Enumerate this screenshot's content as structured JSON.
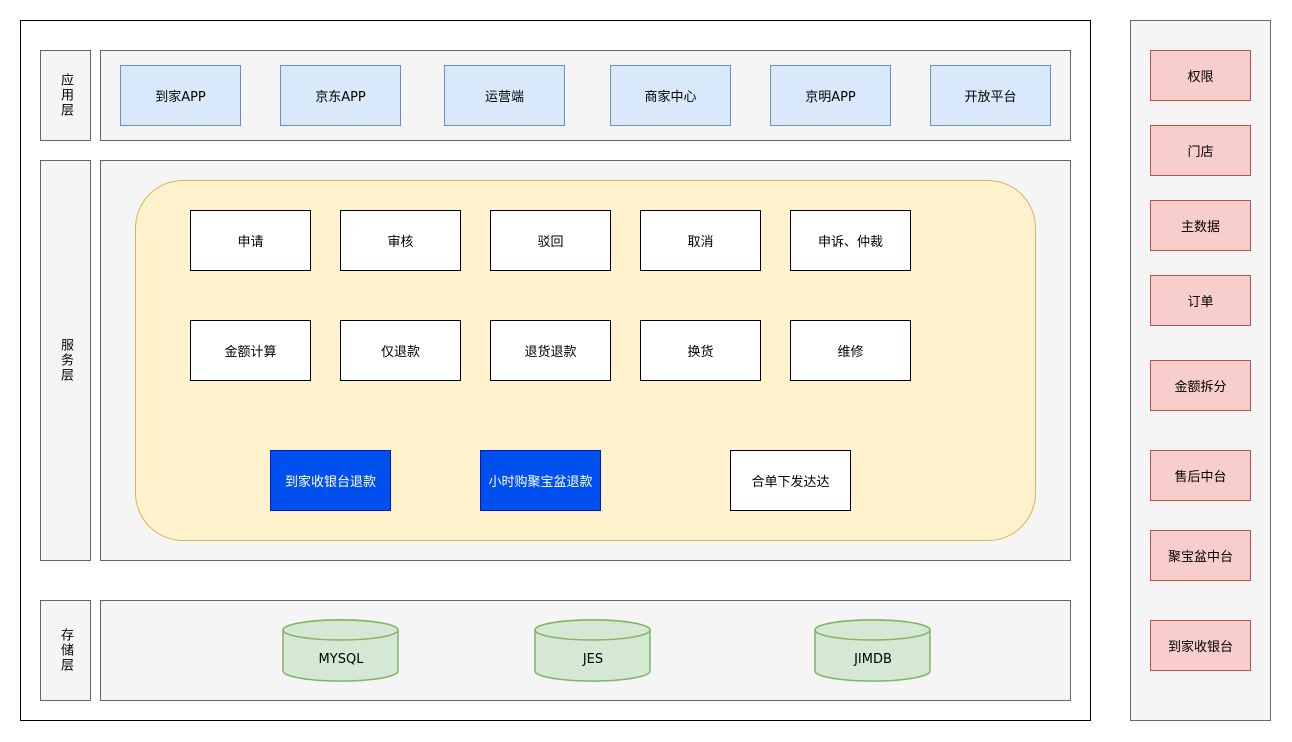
{
  "layers": {
    "app": "应用层",
    "service": "服务层",
    "storage": "存储层"
  },
  "app_items": [
    "到家APP",
    "京东APP",
    "运营端",
    "商家中心",
    "京明APP",
    "开放平台"
  ],
  "service_row1": [
    "申请",
    "审核",
    "驳回",
    "取消",
    "申诉、仲裁"
  ],
  "service_row2": [
    "金额计算",
    "仅退款",
    "退货退款",
    "换货",
    "维修"
  ],
  "service_special": [
    "到家收银台退款",
    "小时购聚宝盆退款"
  ],
  "service_extra": "合单下发达达",
  "storage_items": [
    "MYSQL",
    "JES",
    "JIMDB"
  ],
  "dependencies": [
    "权限",
    "门店",
    "主数据",
    "订单",
    "金额拆分",
    "售后中台",
    "聚宝盆中台",
    "到家收银台"
  ],
  "colors": {
    "app_fill": "#dae8fc",
    "app_stroke": "#6c8ebf",
    "service_area_fill": "#fff2cc",
    "service_area_stroke": "#d6b656",
    "special_fill": "#0050ef",
    "dependency_fill": "#f8cecc",
    "dependency_stroke": "#b85450",
    "db_fill": "#d5e8d4",
    "db_stroke": "#82b366"
  }
}
